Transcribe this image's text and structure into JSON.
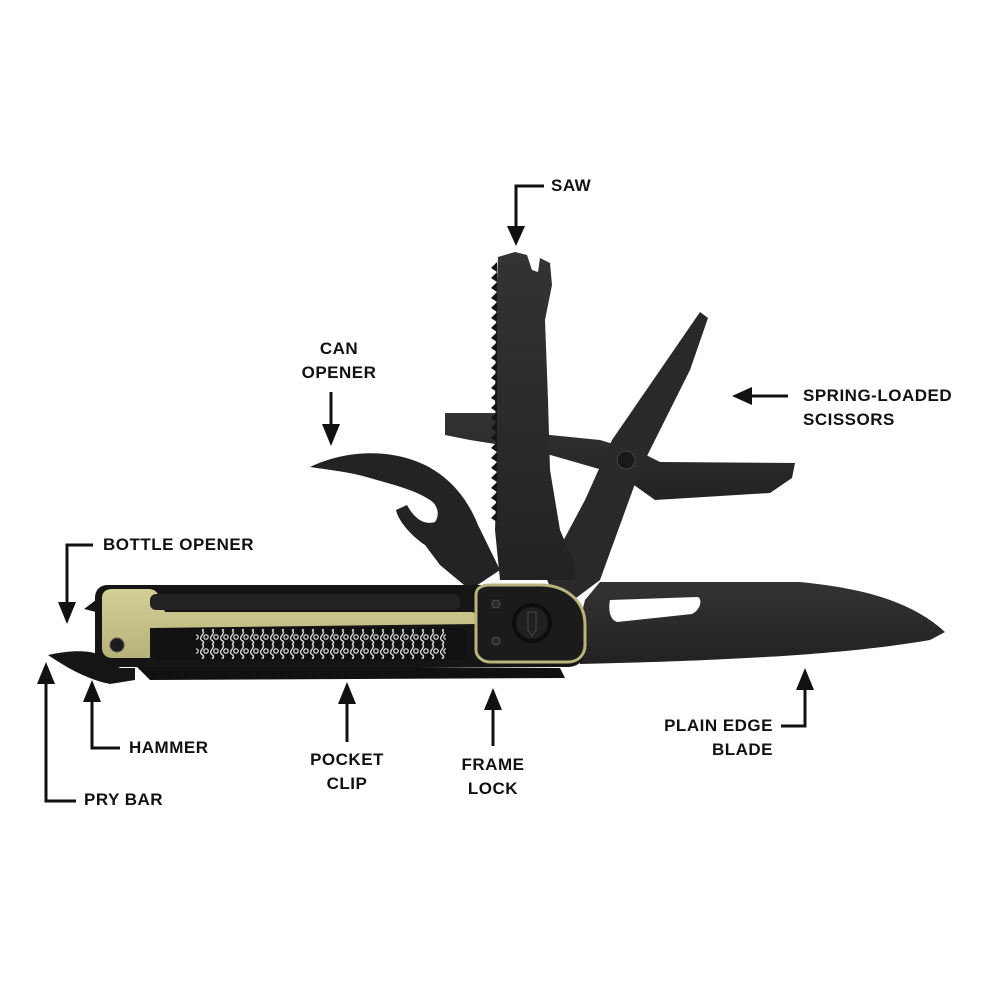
{
  "diagram": {
    "subject": "multi-tool",
    "colors": {
      "background": "#ffffff",
      "label_text": "#111111",
      "arrow": "#111111",
      "blade_steel": "#2b2929",
      "blade_steel_dark": "#1c1b1b",
      "handle_accent": "#c9c68e",
      "handle_body": "#1a1a1a",
      "file_texture": "#d8d8d8"
    },
    "labels": {
      "saw": {
        "line1": "SAW"
      },
      "can_opener": {
        "line1": "CAN",
        "line2": "OPENER"
      },
      "scissors": {
        "line1": "SPRING-LOADED",
        "line2": "SCISSORS"
      },
      "bottle_opener": {
        "line1": "BOTTLE OPENER"
      },
      "hammer": {
        "line1": "HAMMER"
      },
      "pry_bar": {
        "line1": "PRY BAR"
      },
      "pocket_clip": {
        "line1": "POCKET",
        "line2": "CLIP"
      },
      "frame_lock": {
        "line1": "FRAME",
        "line2": "LOCK"
      },
      "blade": {
        "line1": "PLAIN EDGE",
        "line2": "BLADE"
      }
    }
  }
}
